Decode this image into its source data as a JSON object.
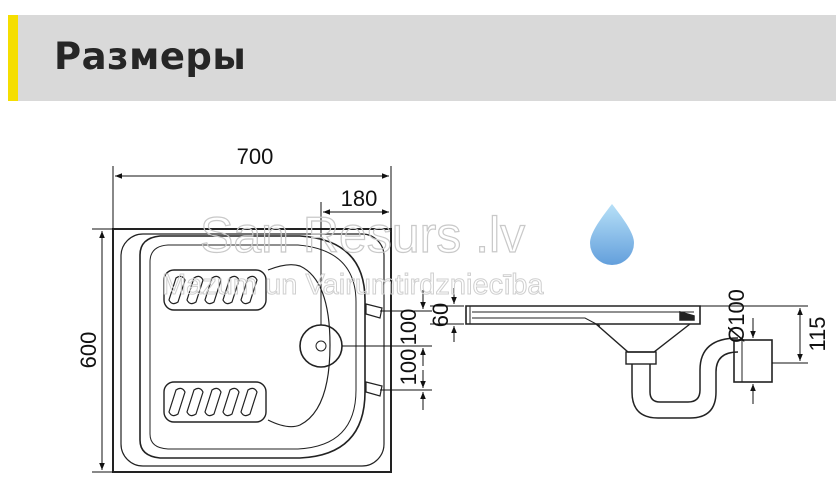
{
  "header": {
    "title": "Размеры",
    "accent_color": "#f5de00",
    "background": "#d9d9d9"
  },
  "dimensions": {
    "width": "700",
    "bowl_offset": "180",
    "height": "600",
    "overflow_upper": "100",
    "overflow_lower": "100",
    "side_depth": "60",
    "drain_diameter": "Ø100",
    "drain_height": "115"
  },
  "watermark": {
    "brand": "San Resurs .lv",
    "subtitle": "Mazum un Vairumtirdzniecība",
    "logo": "water-drop-icon"
  }
}
